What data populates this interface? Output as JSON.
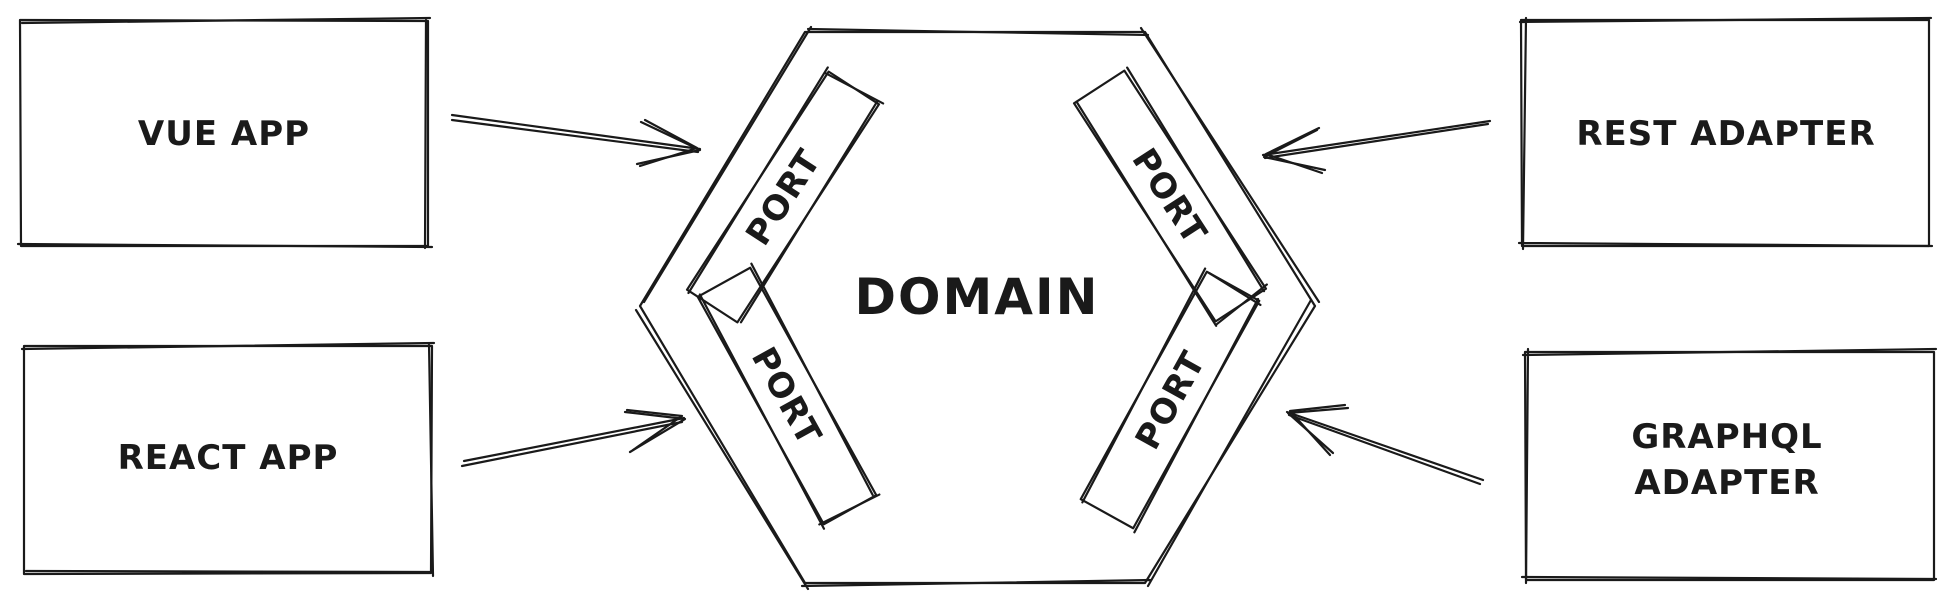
{
  "diagram": {
    "domain": "DOMAIN",
    "ports": [
      "PORT",
      "PORT",
      "PORT",
      "PORT"
    ],
    "boxes": {
      "vue_app": "VUE APP",
      "react_app": "REACT APP",
      "rest_adapter": "REST ADAPTER",
      "graphql_adapter_line1": "GRAPHQL",
      "graphql_adapter_line2": "ADAPTER"
    }
  }
}
